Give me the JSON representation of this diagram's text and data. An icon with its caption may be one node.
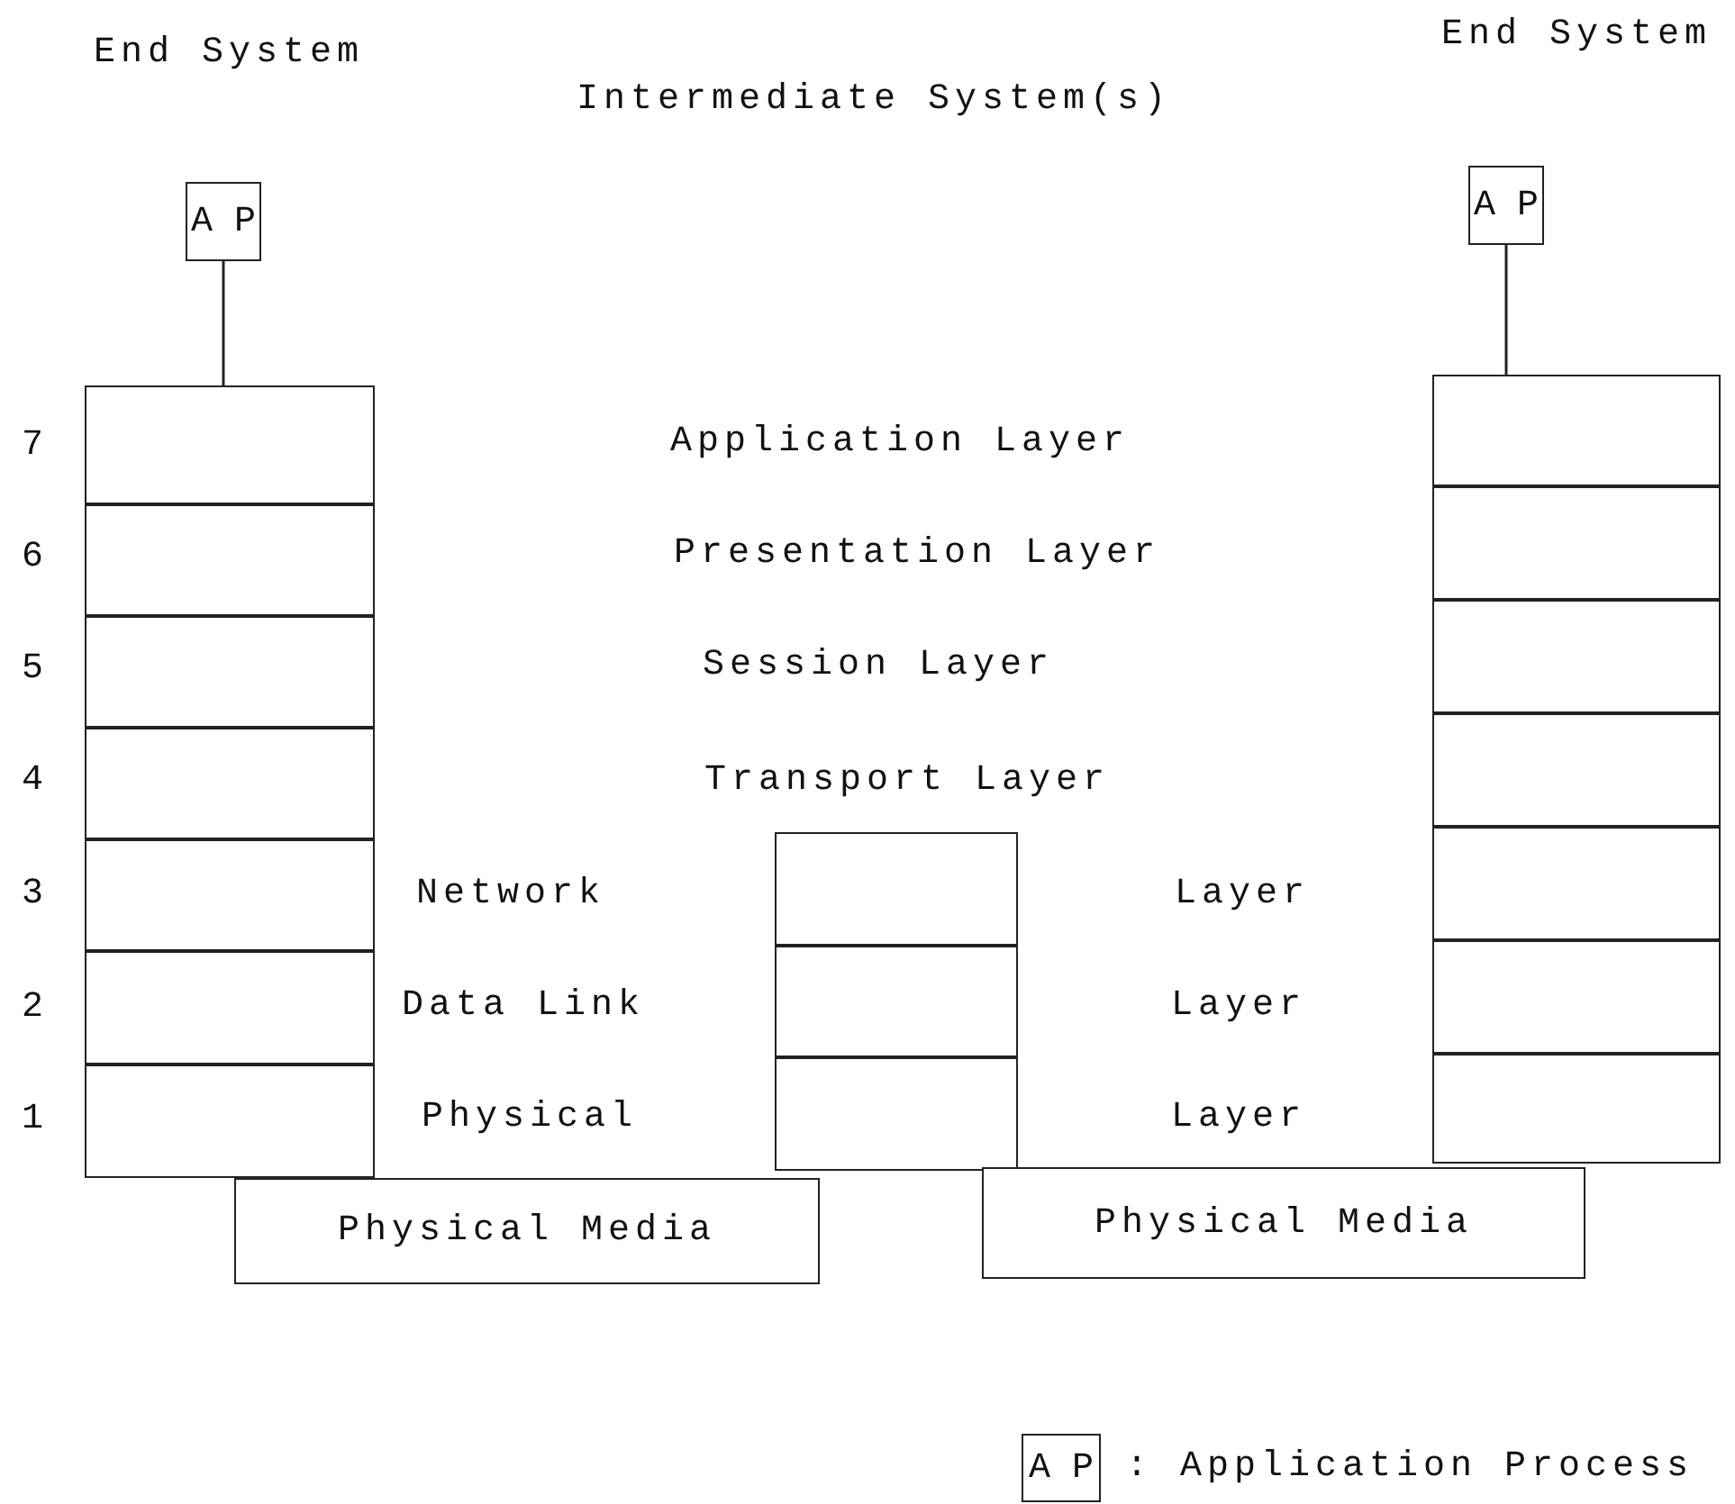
{
  "diagram": {
    "nodes": [
      {
        "text": [
          "A P"
        ]
      },
      {
        "text": [
          "A P"
        ]
      },
      {
        "text": [],
        "shape": "box"
      },
      {
        "text": [],
        "shape": "box"
      },
      {
        "text": [],
        "shape": "box"
      },
      {
        "text": [],
        "shape": "box"
      },
      {
        "text": [],
        "shape": "box"
      },
      {
        "text": [],
        "shape": "box"
      },
      {
        "text": [],
        "shape": "box"
      },
      {
        "text": [],
        "shape": "box"
      },
      {
        "text": [],
        "shape": "box"
      },
      {
        "text": [],
        "shape": "box"
      },
      {
        "text": [],
        "shape": "box"
      },
      {
        "text": [],
        "shape": "box"
      },
      {
        "text": [],
        "shape": "box"
      },
      {
        "text": [],
        "shape": "box"
      },
      {
        "text": [],
        "shape": "box"
      },
      {
        "text": [],
        "shape": "box"
      },
      {
        "text": [],
        "shape": "box"
      },
      {
        "text": [
          "Physical Media"
        ]
      },
      {
        "text": [
          "Physical Media"
        ]
      },
      {
        "text": [
          "A P"
        ],
        "beside": [
          ":  Application Process"
        ]
      }
    ],
    "edges": [
      {
        "from": 0,
        "to": 2,
        "arrow": "none"
      },
      {
        "from": 1,
        "to": 12,
        "arrow": "none"
      }
    ],
    "labels": [
      "End System",
      "Intermediate System(s)",
      "End System",
      "7",
      "Application Layer",
      "6",
      "Presentation Layer",
      "5",
      "Session Layer",
      "4",
      "Transport Layer",
      "3",
      "Network",
      "Layer",
      "2",
      "Data Link",
      "Layer",
      "1",
      "Physical",
      "Layer"
    ]
  }
}
